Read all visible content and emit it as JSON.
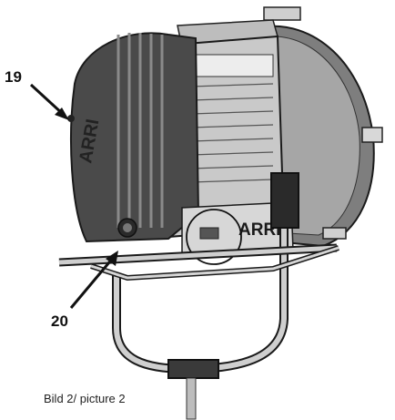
{
  "callouts": {
    "first": "19",
    "second": "20"
  },
  "caption": "Bild 2/ picture 2",
  "logo_text": "ARRI",
  "colors": {
    "body_dark": "#4a4a4a",
    "body_mid": "#8a8a8a",
    "body_light": "#c9c9c9",
    "outline": "#1a1a1a"
  }
}
